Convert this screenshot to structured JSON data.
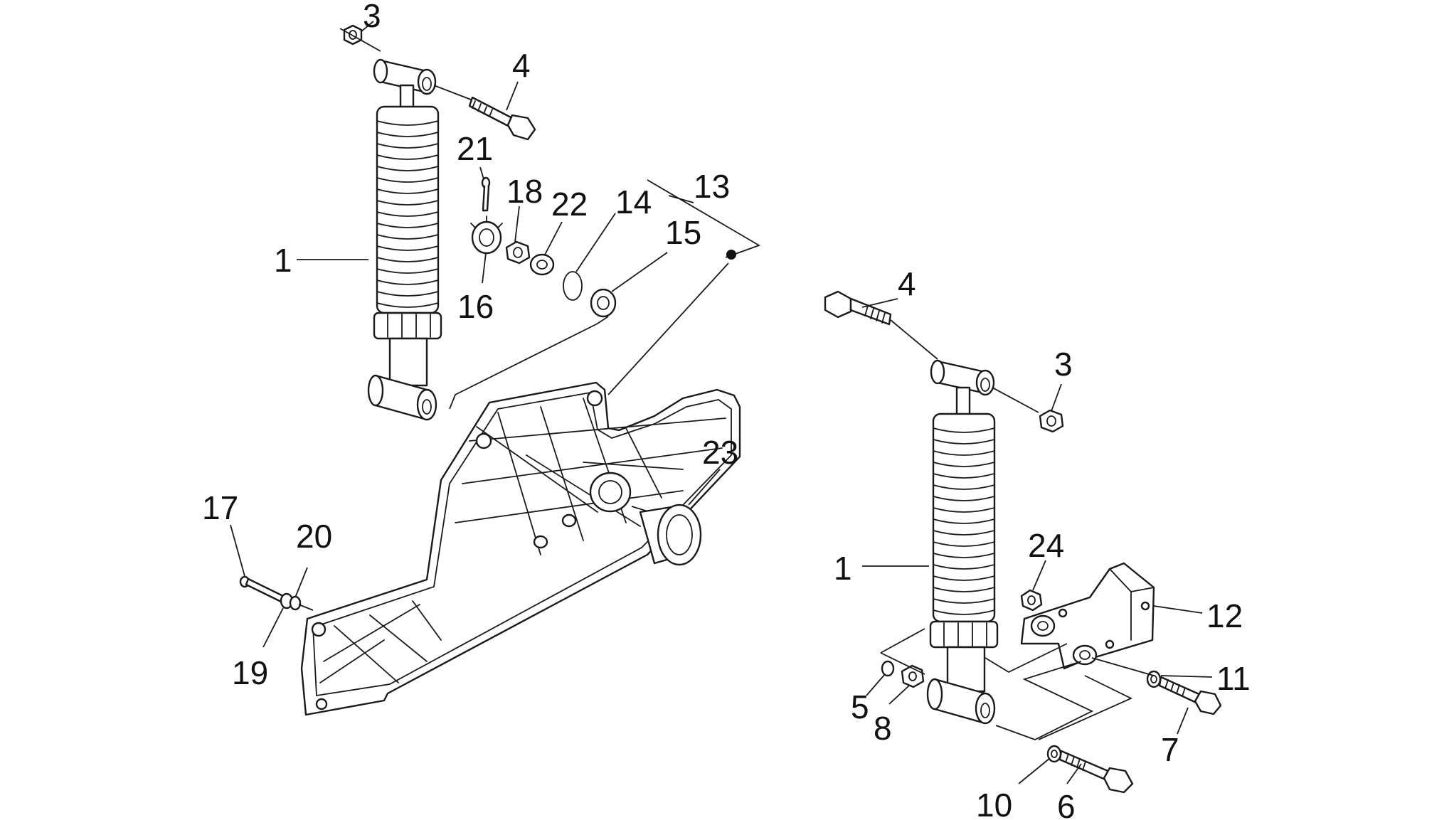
{
  "callouts": {
    "c1a": "1",
    "c1b": "1",
    "c3a": "3",
    "c3b": "3",
    "c4a": "4",
    "c4b": "4",
    "c5": "5",
    "c6": "6",
    "c7": "7",
    "c8": "8",
    "c10": "10",
    "c11": "11",
    "c12": "12",
    "c13": "13",
    "c14": "14",
    "c15": "15",
    "c16": "16",
    "c17": "17",
    "c18": "18",
    "c19": "19",
    "c20": "20",
    "c21": "21",
    "c22": "22",
    "c23": "23",
    "c24": "24"
  },
  "colors": {
    "ink": "#1a1a1a",
    "background": "#ffffff"
  }
}
